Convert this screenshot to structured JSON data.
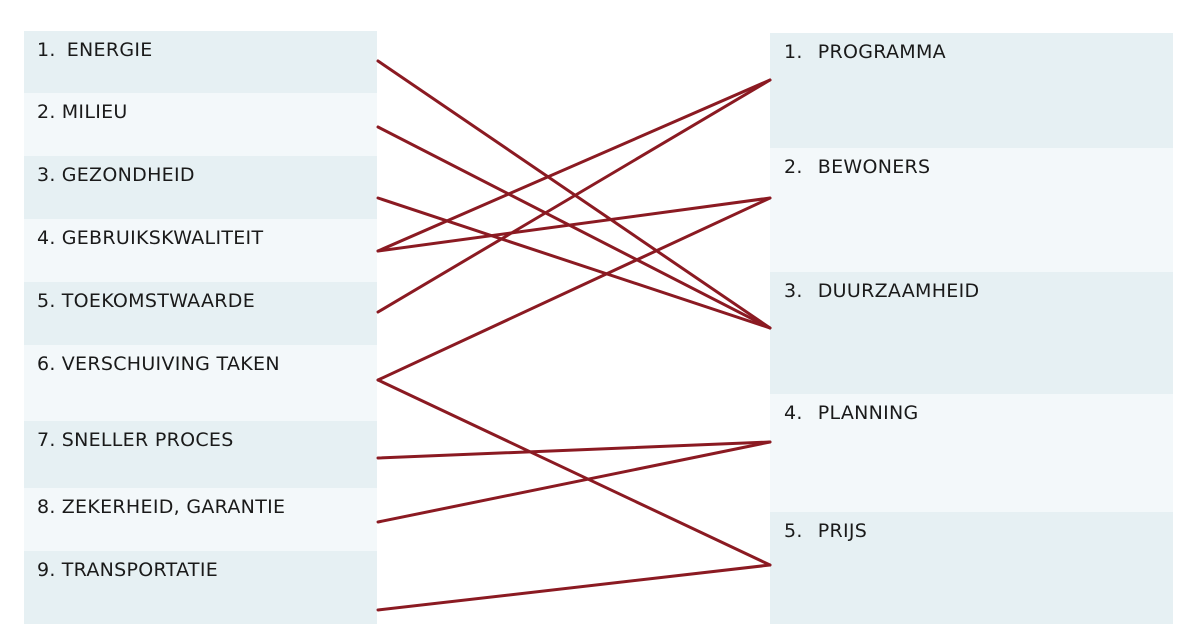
{
  "left_items": [
    {
      "num": "1.",
      "label": "ENERGIE"
    },
    {
      "num": "2.",
      "label": "MILIEU"
    },
    {
      "num": "3.",
      "label": "GEZONDHEID"
    },
    {
      "num": "4.",
      "label": "GEBRUIKSKWALITEIT"
    },
    {
      "num": "5.",
      "label": "TOEKOMSTWAARDE"
    },
    {
      "num": "6.",
      "label": "VERSCHUIVING TAKEN"
    },
    {
      "num": "7.",
      "label": "SNELLER PROCES"
    },
    {
      "num": "8.",
      "label": "ZEKERHEID, GARANTIE"
    },
    {
      "num": "9.",
      "label": "TRANSPORTATIE"
    }
  ],
  "right_items": [
    {
      "num": "1.",
      "label": "PROGRAMMA"
    },
    {
      "num": "2.",
      "label": "BEWONERS"
    },
    {
      "num": "3.",
      "label": "DUURZAAMHEID"
    },
    {
      "num": "4.",
      "label": "PLANNING"
    },
    {
      "num": "5.",
      "label": "PRIJS"
    }
  ],
  "connections": [
    {
      "from": 1,
      "to": 3
    },
    {
      "from": 2,
      "to": 3
    },
    {
      "from": 3,
      "to": 3
    },
    {
      "from": 4,
      "to": 1
    },
    {
      "from": 4,
      "to": 2
    },
    {
      "from": 5,
      "to": 1
    },
    {
      "from": 6,
      "to": 2
    },
    {
      "from": 6,
      "to": 5
    },
    {
      "from": 7,
      "to": 4
    },
    {
      "from": 8,
      "to": 4
    },
    {
      "from": 9,
      "to": 5
    }
  ],
  "colors": {
    "line": "#8b1a22",
    "box_dark": "#e6f0f3",
    "box_light": "#f3f8fa",
    "text": "#1a1a1a"
  }
}
